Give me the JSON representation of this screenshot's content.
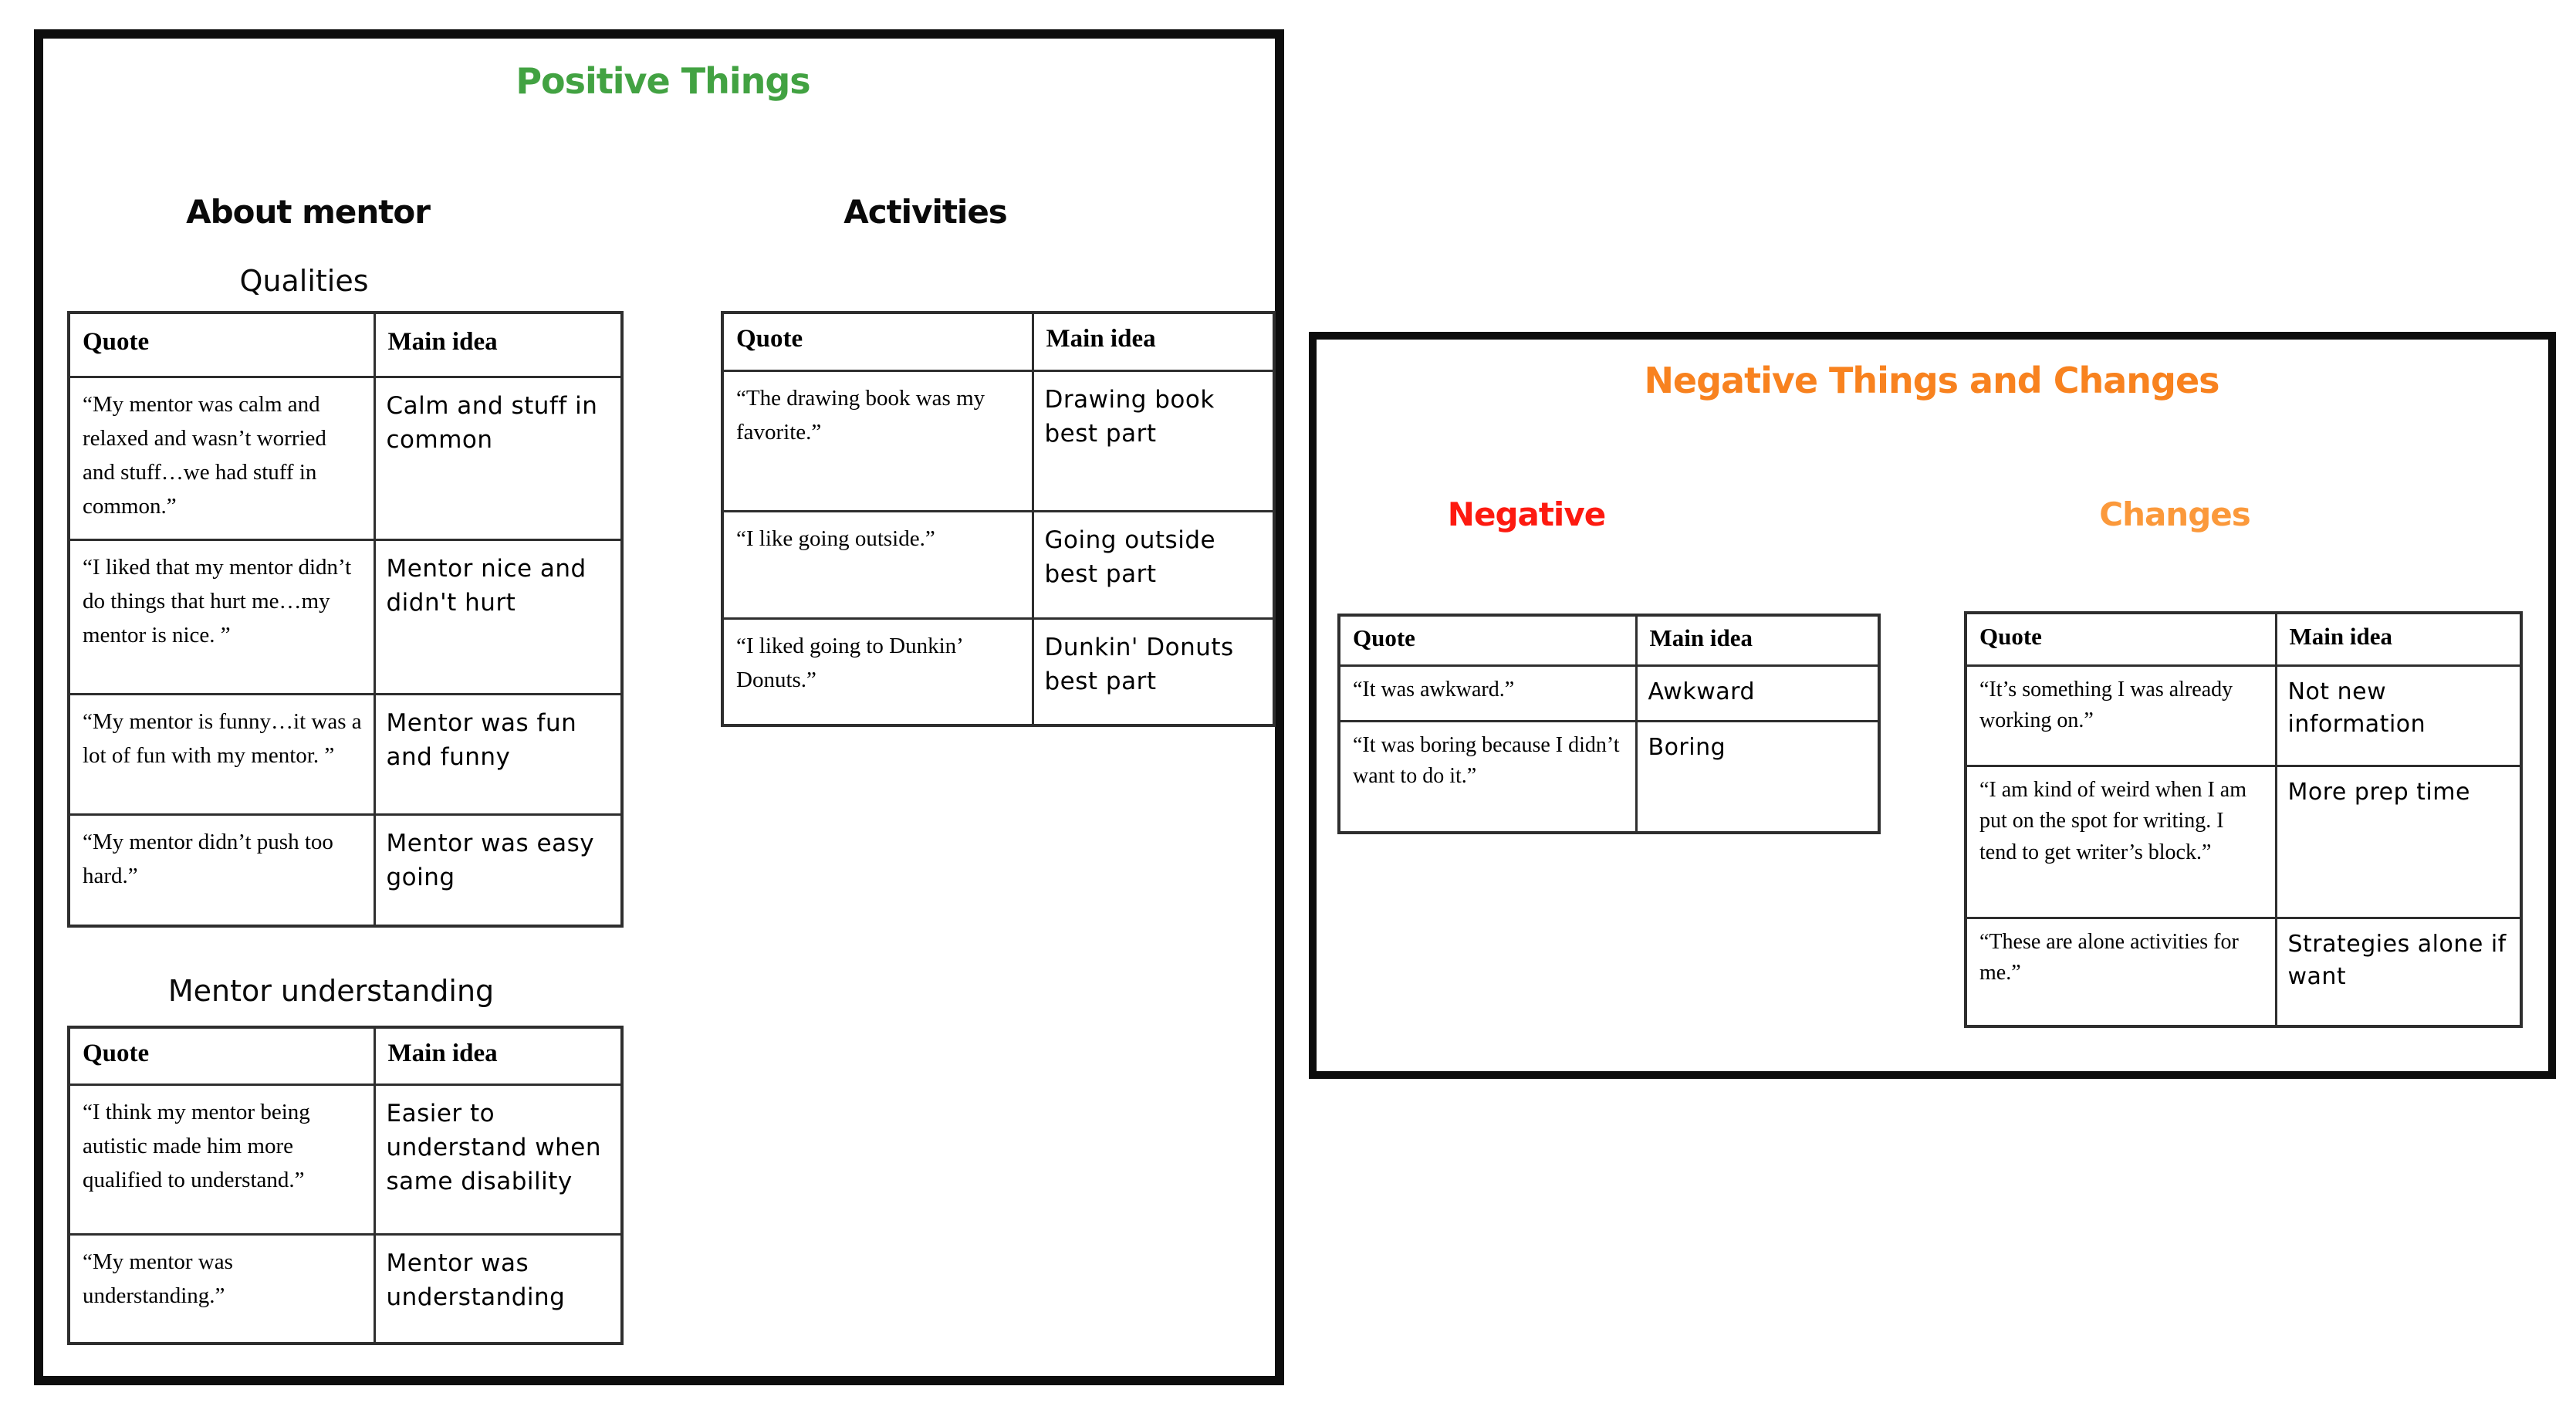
{
  "colors": {
    "background": "#ffffff",
    "panel_border": "#0d0d0d",
    "table_border": "#2e2e2e",
    "positive_title": "#42a242",
    "negative_title": "#f8821f",
    "negative_heading": "#fd1a10",
    "changes_heading": "#fb993b",
    "body_text": "#000000"
  },
  "positive_panel": {
    "title": "Positive Things",
    "about_mentor_heading": "About mentor",
    "qualities_heading": "Qualities",
    "mentor_understanding_heading": "Mentor understanding",
    "activities_heading": "Activities"
  },
  "negative_panel": {
    "title": "Negative Things and Changes",
    "negative_heading": "Negative",
    "changes_heading": "Changes"
  },
  "table_header": {
    "quote": "Quote",
    "main_idea": "Main idea"
  },
  "tables": {
    "qualities": {
      "rows": [
        {
          "quote": "“My mentor was calm and relaxed and wasn’t worried and stuff…we had stuff in common.”",
          "main_idea": "Calm and stuff in common"
        },
        {
          "quote": "“I liked that my mentor didn’t do things that hurt me…my mentor is nice. ”",
          "main_idea": "Mentor nice and didn't hurt"
        },
        {
          "quote": "“My mentor is funny…it was a lot of fun with my mentor. ”",
          "main_idea": "Mentor was fun and funny"
        },
        {
          "quote": "“My mentor didn’t push too hard.”",
          "main_idea": "Mentor was easy going"
        }
      ]
    },
    "mentor_understanding": {
      "rows": [
        {
          "quote": "“I think my mentor being autistic made him more qualified to understand.”",
          "main_idea": "Easier to understand when same disability"
        },
        {
          "quote": "“My mentor was understanding.”",
          "main_idea": "Mentor was understanding"
        }
      ]
    },
    "activities": {
      "rows": [
        {
          "quote": "“The drawing book was my favorite.”",
          "main_idea": "Drawing book best part"
        },
        {
          "quote": "“I like going outside.”",
          "main_idea": "Going outside best part"
        },
        {
          "quote": "“I liked going to Dunkin’ Donuts.”",
          "main_idea": "Dunkin' Donuts best part"
        }
      ]
    },
    "negative": {
      "rows": [
        {
          "quote": "“It was awkward.”",
          "main_idea": "Awkward"
        },
        {
          "quote": "“It was boring because I didn’t want to do it.”",
          "main_idea": "Boring"
        }
      ]
    },
    "changes": {
      "rows": [
        {
          "quote": "“It’s something I was already working on.”",
          "main_idea": "Not new information"
        },
        {
          "quote": "“I am kind of weird when I am put on the spot for writing. I tend to get writer’s block.”",
          "main_idea": "More prep time"
        },
        {
          "quote": "“These are alone activities for me.”",
          "main_idea": "Strategies alone if want"
        }
      ]
    }
  }
}
